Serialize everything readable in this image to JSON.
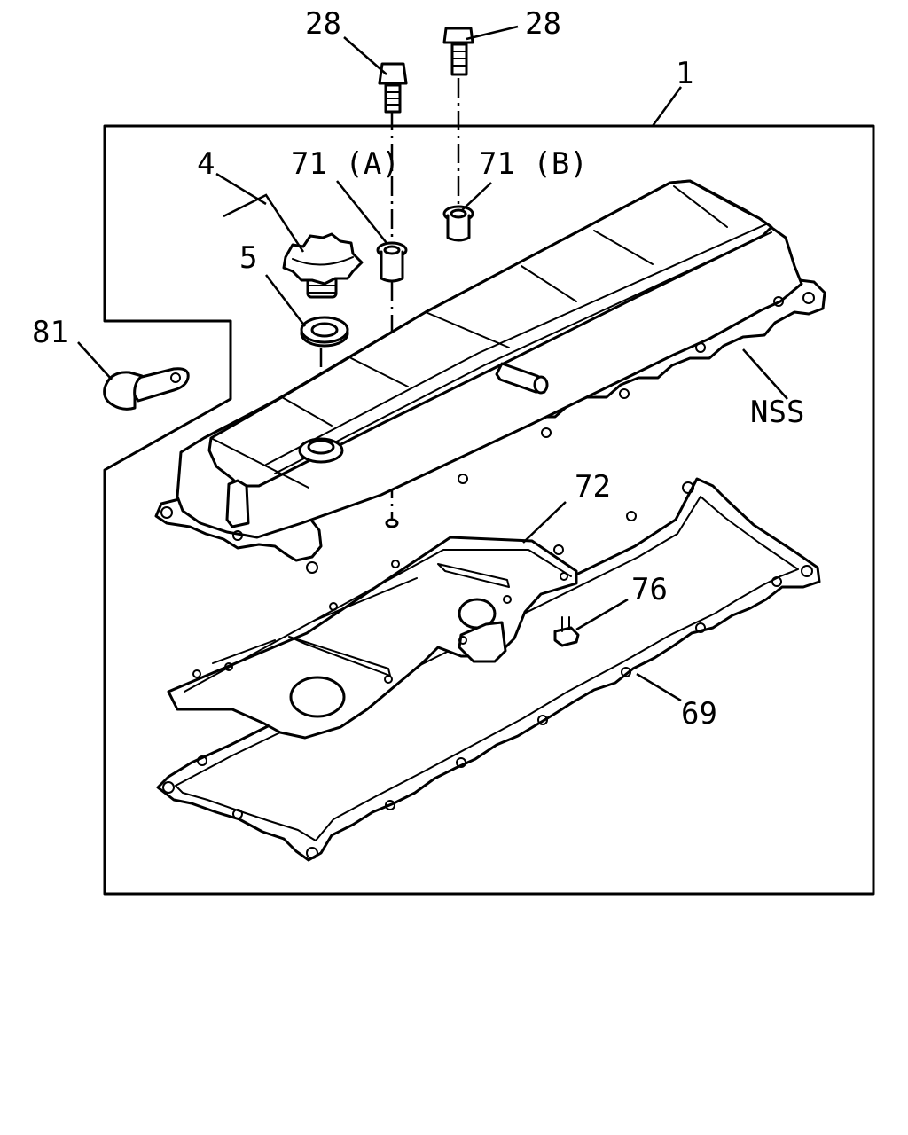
{
  "labels": {
    "part_1": "1",
    "part_28_left": "28",
    "part_28_right": "28",
    "part_4": "4",
    "part_5": "5",
    "part_71a": "71 (A)",
    "part_71b": "71 (B)",
    "part_81": "81",
    "part_nss": "NSS",
    "part_72": "72",
    "part_76": "76",
    "part_69": "69"
  }
}
